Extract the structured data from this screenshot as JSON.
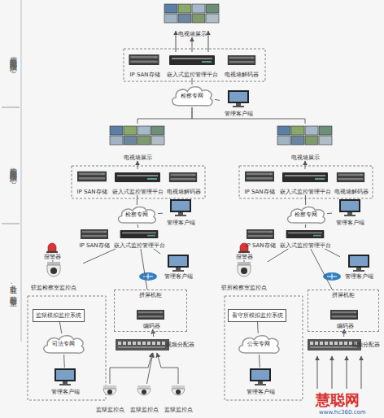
{
  "diagram": {
    "nodes": [
      {
        "text": [
          "电视墙展示"
        ]
      },
      {
        "text": [
          "IP SAN存储"
        ]
      },
      {
        "text": [
          "嵌入式监控管理平台"
        ]
      },
      {
        "text": [
          "电视墙解码器"
        ]
      },
      {
        "text": [
          "检察专网"
        ]
      },
      {
        "text": [
          "管理客户端"
        ]
      },
      {
        "text": [
          "电视墙展示"
        ]
      },
      {
        "text": [
          "IP SAN存储"
        ]
      },
      {
        "text": [
          "嵌入式监控管理平台"
        ]
      },
      {
        "text": [
          "电视墙解码器"
        ]
      },
      {
        "text": [
          "检察专网"
        ]
      },
      {
        "text": [
          "管理客户端"
        ]
      },
      {
        "text": [
          "电视墙展示"
        ]
      },
      {
        "text": [
          "IP SAN存储"
        ]
      },
      {
        "text": [
          "嵌入式监控管理平台"
        ]
      },
      {
        "text": [
          "电视墙解码器"
        ]
      },
      {
        "text": [
          "检察专网"
        ]
      },
      {
        "text": [
          "管理客户端"
        ]
      },
      {
        "text": [
          "IP SAN存储"
        ]
      },
      {
        "text": [
          "嵌入式监控管理平台"
        ]
      },
      {
        "text": [
          "报警器"
        ]
      },
      {
        "text": [
          "驻监检察室监控点"
        ]
      },
      {
        "text": [
          "管理客户端"
        ]
      },
      {
        "text": [
          "监狱模拟监控系统"
        ]
      },
      {
        "text": [
          "司法专网"
        ]
      },
      {
        "text": [
          "管理客户端"
        ]
      },
      {
        "text": [
          "拼屏机柜"
        ]
      },
      {
        "text": [
          "编码器"
        ],
        "in": 26
      },
      {
        "text": [
          "视频分配器"
        ]
      },
      {
        "text": [
          "监狱监控点"
        ]
      },
      {
        "text": [
          "监狱监控点"
        ]
      },
      {
        "text": [
          "监狱监控点"
        ]
      },
      {
        "text": [
          "IP SAN存储"
        ]
      },
      {
        "text": [
          "嵌入式监控管理平台"
        ]
      },
      {
        "text": [
          "报警器"
        ]
      },
      {
        "text": [
          "驻所检察室监控点"
        ]
      },
      {
        "text": [
          "管理客户端"
        ]
      },
      {
        "text": [
          "看守所模拟监控系统"
        ]
      },
      {
        "text": [
          "公安专网"
        ]
      },
      {
        "text": [
          "管理客户端"
        ]
      },
      {
        "text": [
          "拼屏机柜"
        ]
      },
      {
        "text": [
          "编码器"
        ],
        "in": 40
      },
      {
        "text": [
          "视频分配器"
        ]
      }
    ],
    "edges": [
      {
        "from": 2,
        "to": 0,
        "arrow": "to"
      },
      {
        "from": 4,
        "to": 2,
        "arrow": "none"
      },
      {
        "from": 4,
        "to": 5,
        "arrow": "none"
      },
      {
        "from": 4,
        "to": 6,
        "arrow": "none"
      },
      {
        "from": 4,
        "to": 12,
        "arrow": "none"
      },
      {
        "from": 8,
        "to": 6,
        "arrow": "to"
      },
      {
        "from": 14,
        "to": 12,
        "arrow": "to"
      },
      {
        "from": 10,
        "to": 8,
        "arrow": "none"
      },
      {
        "from": 10,
        "to": 11,
        "arrow": "none"
      },
      {
        "from": 16,
        "to": 14,
        "arrow": "none"
      },
      {
        "from": 16,
        "to": 17,
        "arrow": "none"
      },
      {
        "from": 10,
        "to": 19,
        "arrow": "none"
      },
      {
        "from": 16,
        "to": 33,
        "arrow": "none"
      },
      {
        "from": 19,
        "to": 21,
        "arrow": "none"
      },
      {
        "from": 20,
        "to": 21,
        "arrow": "none"
      },
      {
        "from": 19,
        "to": 22,
        "arrow": "none"
      },
      {
        "from": 19,
        "to": 26,
        "arrow": "none"
      },
      {
        "from": 28,
        "to": 27,
        "arrow": "to"
      },
      {
        "from": 29,
        "to": 28,
        "arrow": "to"
      },
      {
        "from": 30,
        "to": 28,
        "arrow": "to"
      },
      {
        "from": 31,
        "to": 28,
        "arrow": "to"
      },
      {
        "from": 23,
        "to": 24,
        "arrow": "none"
      },
      {
        "from": 24,
        "to": 25,
        "arrow": "none"
      },
      {
        "from": 33,
        "to": 35,
        "arrow": "none"
      },
      {
        "from": 34,
        "to": 35,
        "arrow": "none"
      },
      {
        "from": 33,
        "to": 36,
        "arrow": "none"
      },
      {
        "from": 33,
        "to": 40,
        "arrow": "none"
      },
      {
        "from": 42,
        "to": 41,
        "arrow": "to"
      },
      {
        "from": 37,
        "to": 38,
        "arrow": "none"
      },
      {
        "from": 38,
        "to": 39,
        "arrow": "none"
      }
    ],
    "labels": [
      "省检察院监控联网指挥中心",
      "市检察院监控联网指挥中心",
      "各驻监、驻所检察室",
      "慧聪网",
      "www.hc360.com"
    ]
  }
}
